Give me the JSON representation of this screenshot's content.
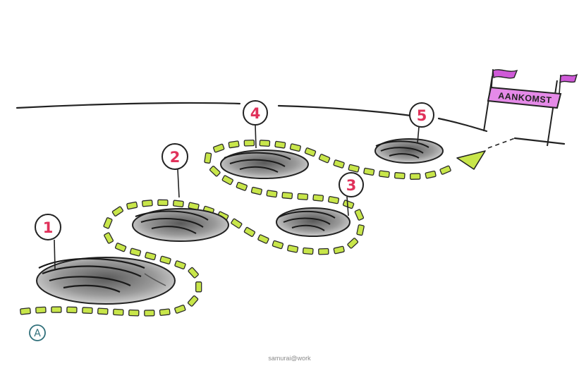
{
  "holes": [
    {
      "label": "1"
    },
    {
      "label": "2"
    },
    {
      "label": "3"
    },
    {
      "label": "4"
    },
    {
      "label": "5"
    }
  ],
  "start": {
    "label": "A"
  },
  "finish": {
    "label": "AANKOMST"
  },
  "credit": "samurai@work",
  "colors": {
    "path_tile": "#c8e64a",
    "label_number": "#e0315a",
    "flag": "#cf5ad8",
    "banner": "#e58ae8",
    "ink": "#222222",
    "start_ring": "#2f6f7a"
  }
}
